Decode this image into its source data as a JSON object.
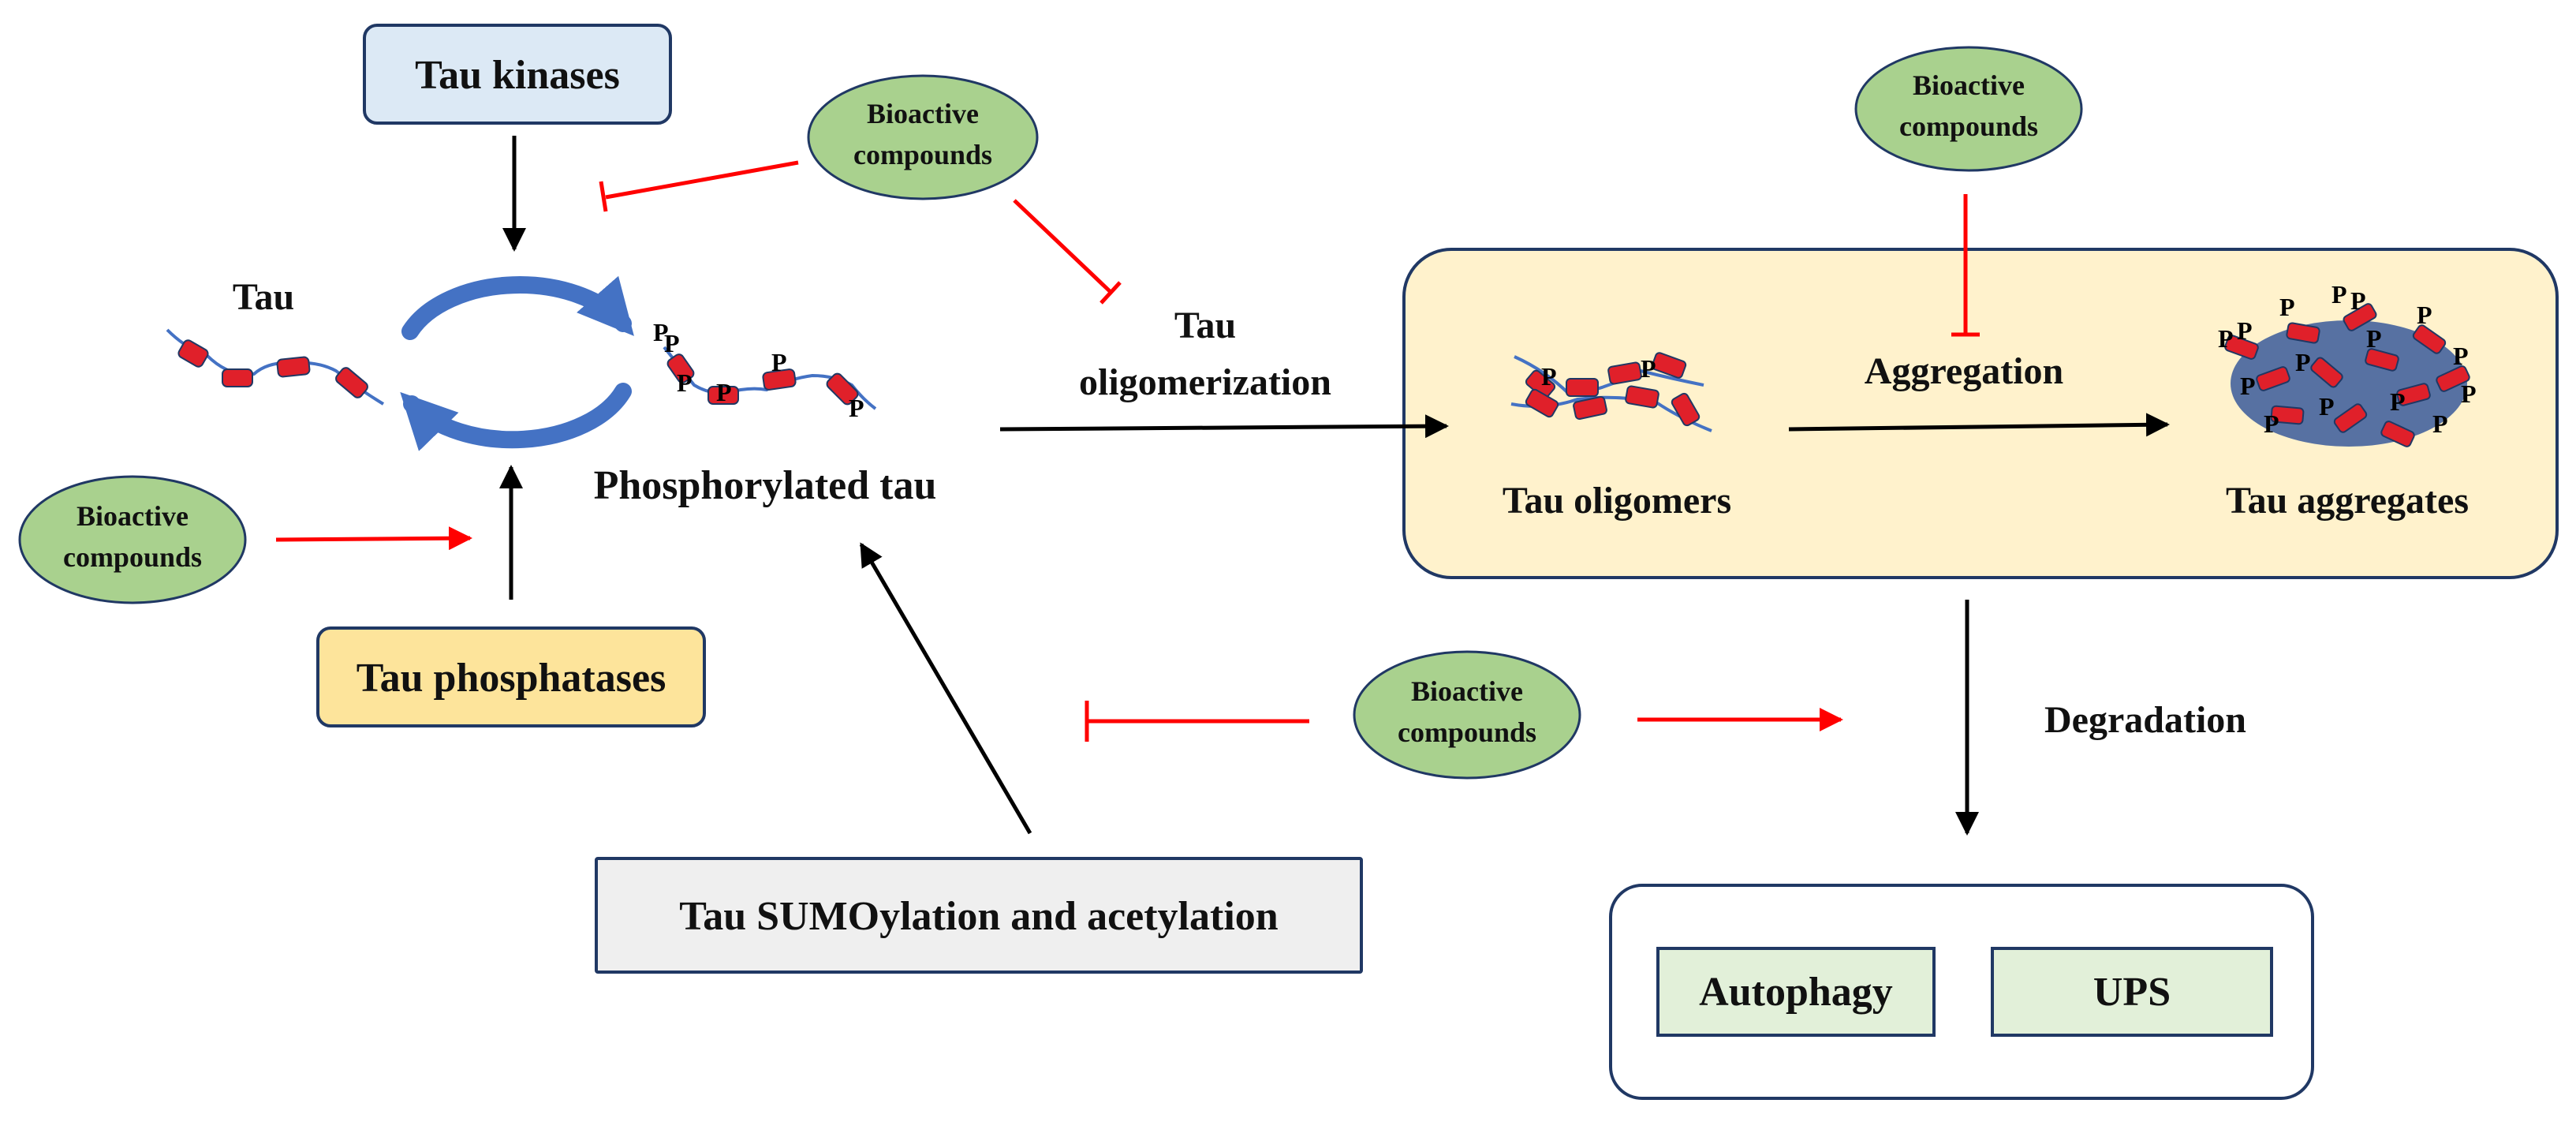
{
  "labels": {
    "tau_kinases": "Tau kinases",
    "tau_phosphatases": "Tau phosphatases",
    "tau": "Tau",
    "phosphorylated_tau": "Phosphorylated tau",
    "tau_oligomerization_1": "Tau",
    "tau_oligomerization_2": "oligomerization",
    "aggregation": "Aggregation",
    "tau_oligomers": "Tau oligomers",
    "tau_aggregates": "Tau aggregates",
    "degradation": "Degradation",
    "sumoylation": "Tau SUMOylation and acetylation",
    "autophagy": "Autophagy",
    "ups": "UPS",
    "phospho_mark": "P"
  },
  "bioactive": [
    {
      "line1": "Bioactive",
      "line2": "compounds"
    },
    {
      "line1": "Bioactive",
      "line2": "compounds"
    },
    {
      "line1": "Bioactive",
      "line2": "compounds"
    },
    {
      "line1": "Bioactive",
      "line2": "compounds"
    }
  ],
  "colors": {
    "kinase_fill": "#dce9f5",
    "phosphatase_fill": "#fde49b",
    "sumo_fill": "#efefef",
    "ellipse_fill": "#a9d18e",
    "panel_fill": "#fff2cc",
    "degradation_box_fill": "#e2f0d9",
    "box_border": "#203864",
    "inhibit_red": "#ff0000",
    "arrow_black": "#000000",
    "cycle_blue": "#4472c4",
    "tau_segment_red": "#e0202a",
    "tau_chain_blue": "#4472c4"
  }
}
